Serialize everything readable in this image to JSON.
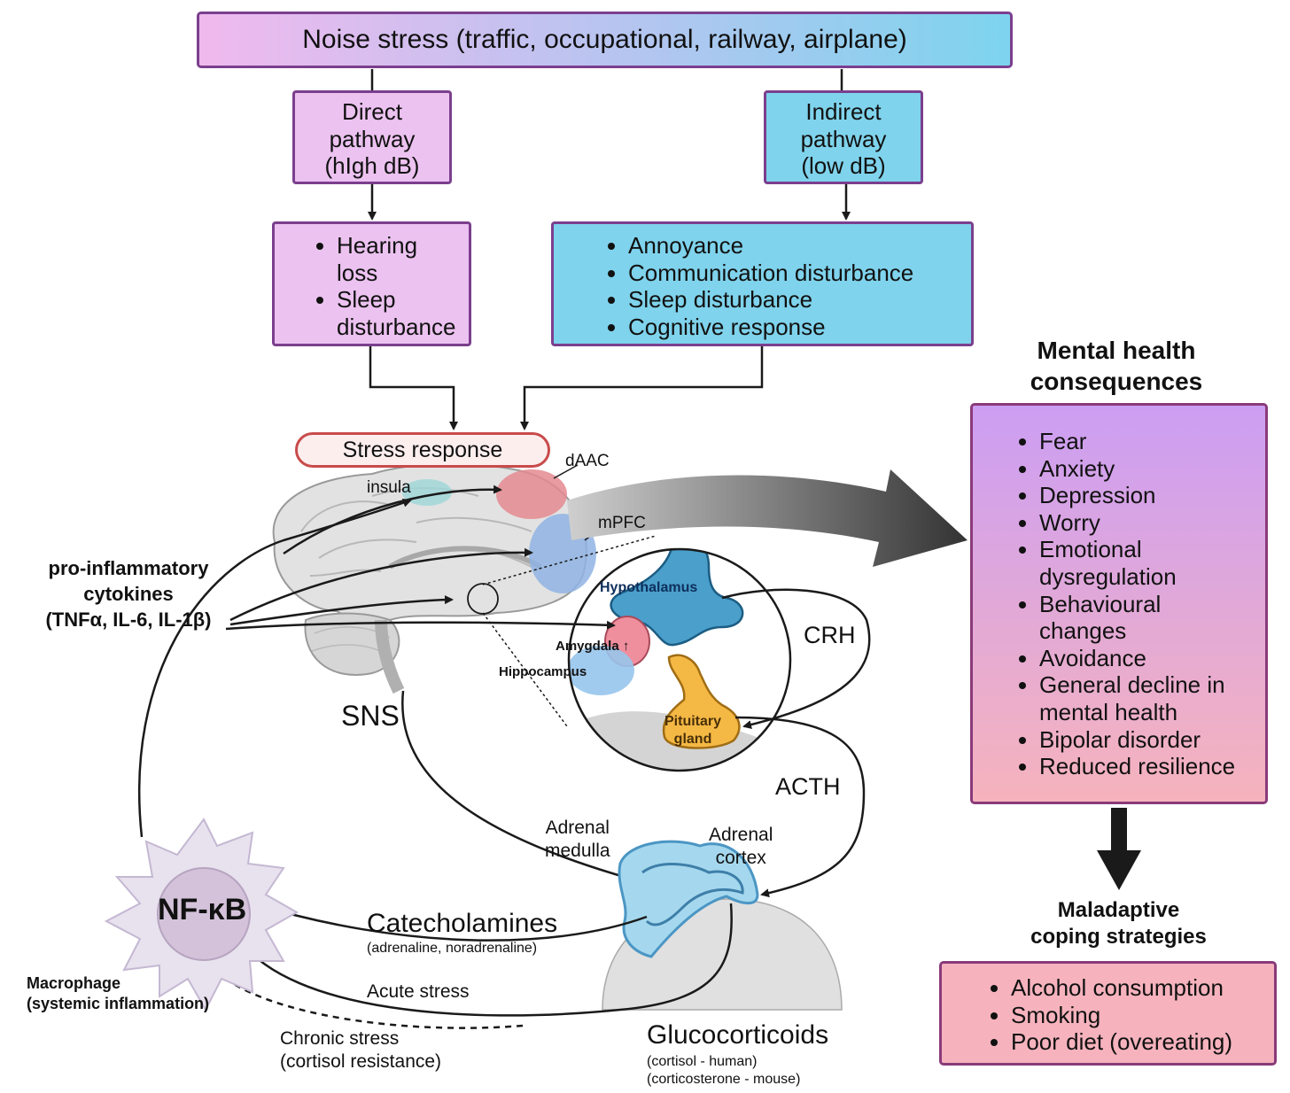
{
  "top_title": "Noise stress (traffic, occupational, railway, airplane)",
  "direct_pathway": {
    "lines": [
      "Direct",
      "pathway",
      "(hIgh dB)"
    ],
    "effects": [
      [
        "Hearing",
        "loss"
      ],
      [
        "Sleep",
        "disturbance"
      ]
    ]
  },
  "indirect_pathway": {
    "lines": [
      "Indirect",
      "pathway",
      "(low dB)"
    ],
    "effects": [
      "Annoyance",
      "Communication disturbance",
      "Sleep disturbance",
      "Cognitive response"
    ]
  },
  "stress_response": "Stress response",
  "brain_regions": {
    "insula": "insula",
    "daac": "dAAC",
    "mpfc": "mPFC",
    "hypothalamus": "Hypothalamus",
    "amygdala": "Amygdala ↑",
    "hippocampus": "Hippocampus",
    "pituitary": [
      "Pituitary",
      "gland"
    ]
  },
  "hormones": {
    "crh": "CRH",
    "acth": "ACTH",
    "sns": "SNS"
  },
  "cytokines": {
    "lines": [
      "pro-inflammatory",
      "cytokines",
      "(TNFα, IL-6, IL-1β)"
    ]
  },
  "adrenal": {
    "medulla": [
      "Adrenal",
      "medulla"
    ],
    "cortex": [
      "Adrenal",
      "cortex"
    ]
  },
  "catecholamines": {
    "title": "Catecholamines",
    "sub": "(adrenaline, noradrenaline)"
  },
  "acute_stress": "Acute stress",
  "chronic_stress": [
    "Chronic stress",
    "(cortisol resistance)"
  ],
  "glucocorticoids": {
    "title": "Glucocorticoids",
    "sub": [
      "(cortisol - human)",
      "(corticosterone - mouse)"
    ]
  },
  "macrophage": {
    "nfkb": "NF-κB",
    "label": [
      "Macrophage",
      "(systemic inflammation)"
    ]
  },
  "mental_health": {
    "title": [
      "Mental health",
      "consequences"
    ],
    "items": [
      [
        "Fear"
      ],
      [
        "Anxiety"
      ],
      [
        "Depression"
      ],
      [
        "Worry"
      ],
      [
        "Emotional",
        "dysregulation"
      ],
      [
        "Behavioural",
        "changes"
      ],
      [
        "Avoidance"
      ],
      [
        "General decline in",
        "mental health"
      ],
      [
        "Bipolar disorder"
      ],
      [
        "Reduced resilience"
      ]
    ]
  },
  "maladaptive": {
    "title": [
      "Maladaptive",
      "coping strategies"
    ],
    "items": [
      "Alcohol consumption",
      "Smoking",
      "Poor diet (overeating)"
    ]
  },
  "colors": {
    "pink": "#ecc2f0",
    "cyan": "#7fd3ec",
    "border": "#7b3f8e",
    "stress_red": "#c94b4b",
    "mental_top": "#cc9ef3",
    "mental_bottom": "#f6b3bd"
  }
}
